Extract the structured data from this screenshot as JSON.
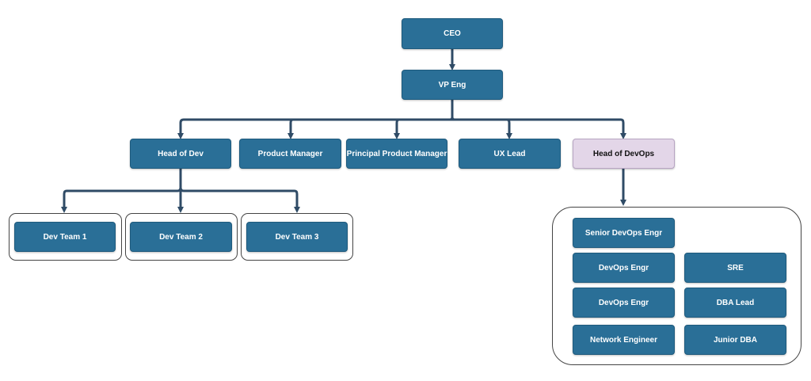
{
  "colors": {
    "node_fill": "#2a6f97",
    "node_text": "#ffffff",
    "highlight_fill": "#e3d6e8",
    "highlight_text": "#111111",
    "connector": "#2f4b66",
    "group_border": "#444444"
  },
  "nodes": {
    "ceo": "CEO",
    "vp_eng": "VP Eng",
    "head_of_dev": "Head of Dev",
    "product_manager": "Product Manager",
    "principal_product_manager": "Principal Product Manager",
    "ux_lead": "UX Lead",
    "head_of_devops": "Head of DevOps",
    "dev_team_1": "Dev Team 1",
    "dev_team_2": "Dev Team 2",
    "dev_team_3": "Dev Team 3",
    "senior_devops_engr": "Senior DevOps Engr",
    "devops_engr_1": "DevOps Engr",
    "devops_engr_2": "DevOps Engr",
    "network_engineer": "Network Engineer",
    "sre": "SRE",
    "dba_lead": "DBA Lead",
    "junior_dba": "Junior DBA"
  }
}
